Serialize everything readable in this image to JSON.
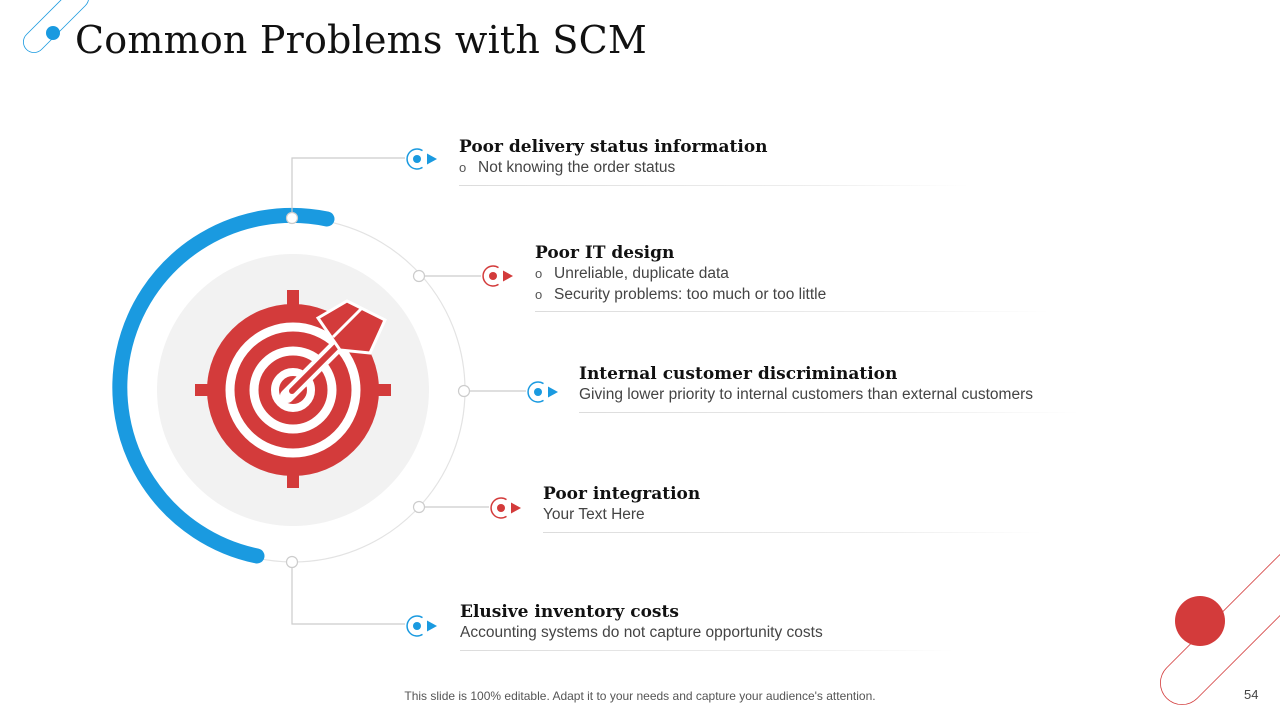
{
  "slide": {
    "title": "Common Problems with SCM",
    "footer": "This slide is 100% editable. Adapt it to your needs and capture your audience's attention.",
    "page_number": "54"
  },
  "items": [
    {
      "heading": "Poor delivery status information",
      "lines": [
        "Not knowing the order status"
      ],
      "bulleted": true,
      "marker_color": "#1a9ae0"
    },
    {
      "heading": "Poor IT design",
      "lines": [
        "Unreliable, duplicate data",
        "Security problems: too much or too little"
      ],
      "bulleted": true,
      "marker_color": "#d33b3b"
    },
    {
      "heading": "Internal customer discrimination",
      "lines": [
        "Giving lower priority to internal customers than external customers"
      ],
      "bulleted": false,
      "marker_color": "#1a9ae0"
    },
    {
      "heading": "Poor integration",
      "lines": [
        "Your Text Here"
      ],
      "bulleted": false,
      "marker_color": "#d33b3b"
    },
    {
      "heading": "Elusive inventory costs",
      "lines": [
        "Accounting systems do not capture opportunity costs"
      ],
      "bulleted": false,
      "marker_color": "#1a9ae0"
    }
  ],
  "bullet_glyph": "o",
  "icons": {
    "center": "target-arrow-icon",
    "markers": "pointer-arrow-icon"
  },
  "colors": {
    "blue": "#1a9ae0",
    "red": "#d33b3b",
    "circle_bg": "#f2f2f2",
    "connector": "#cccccc"
  }
}
